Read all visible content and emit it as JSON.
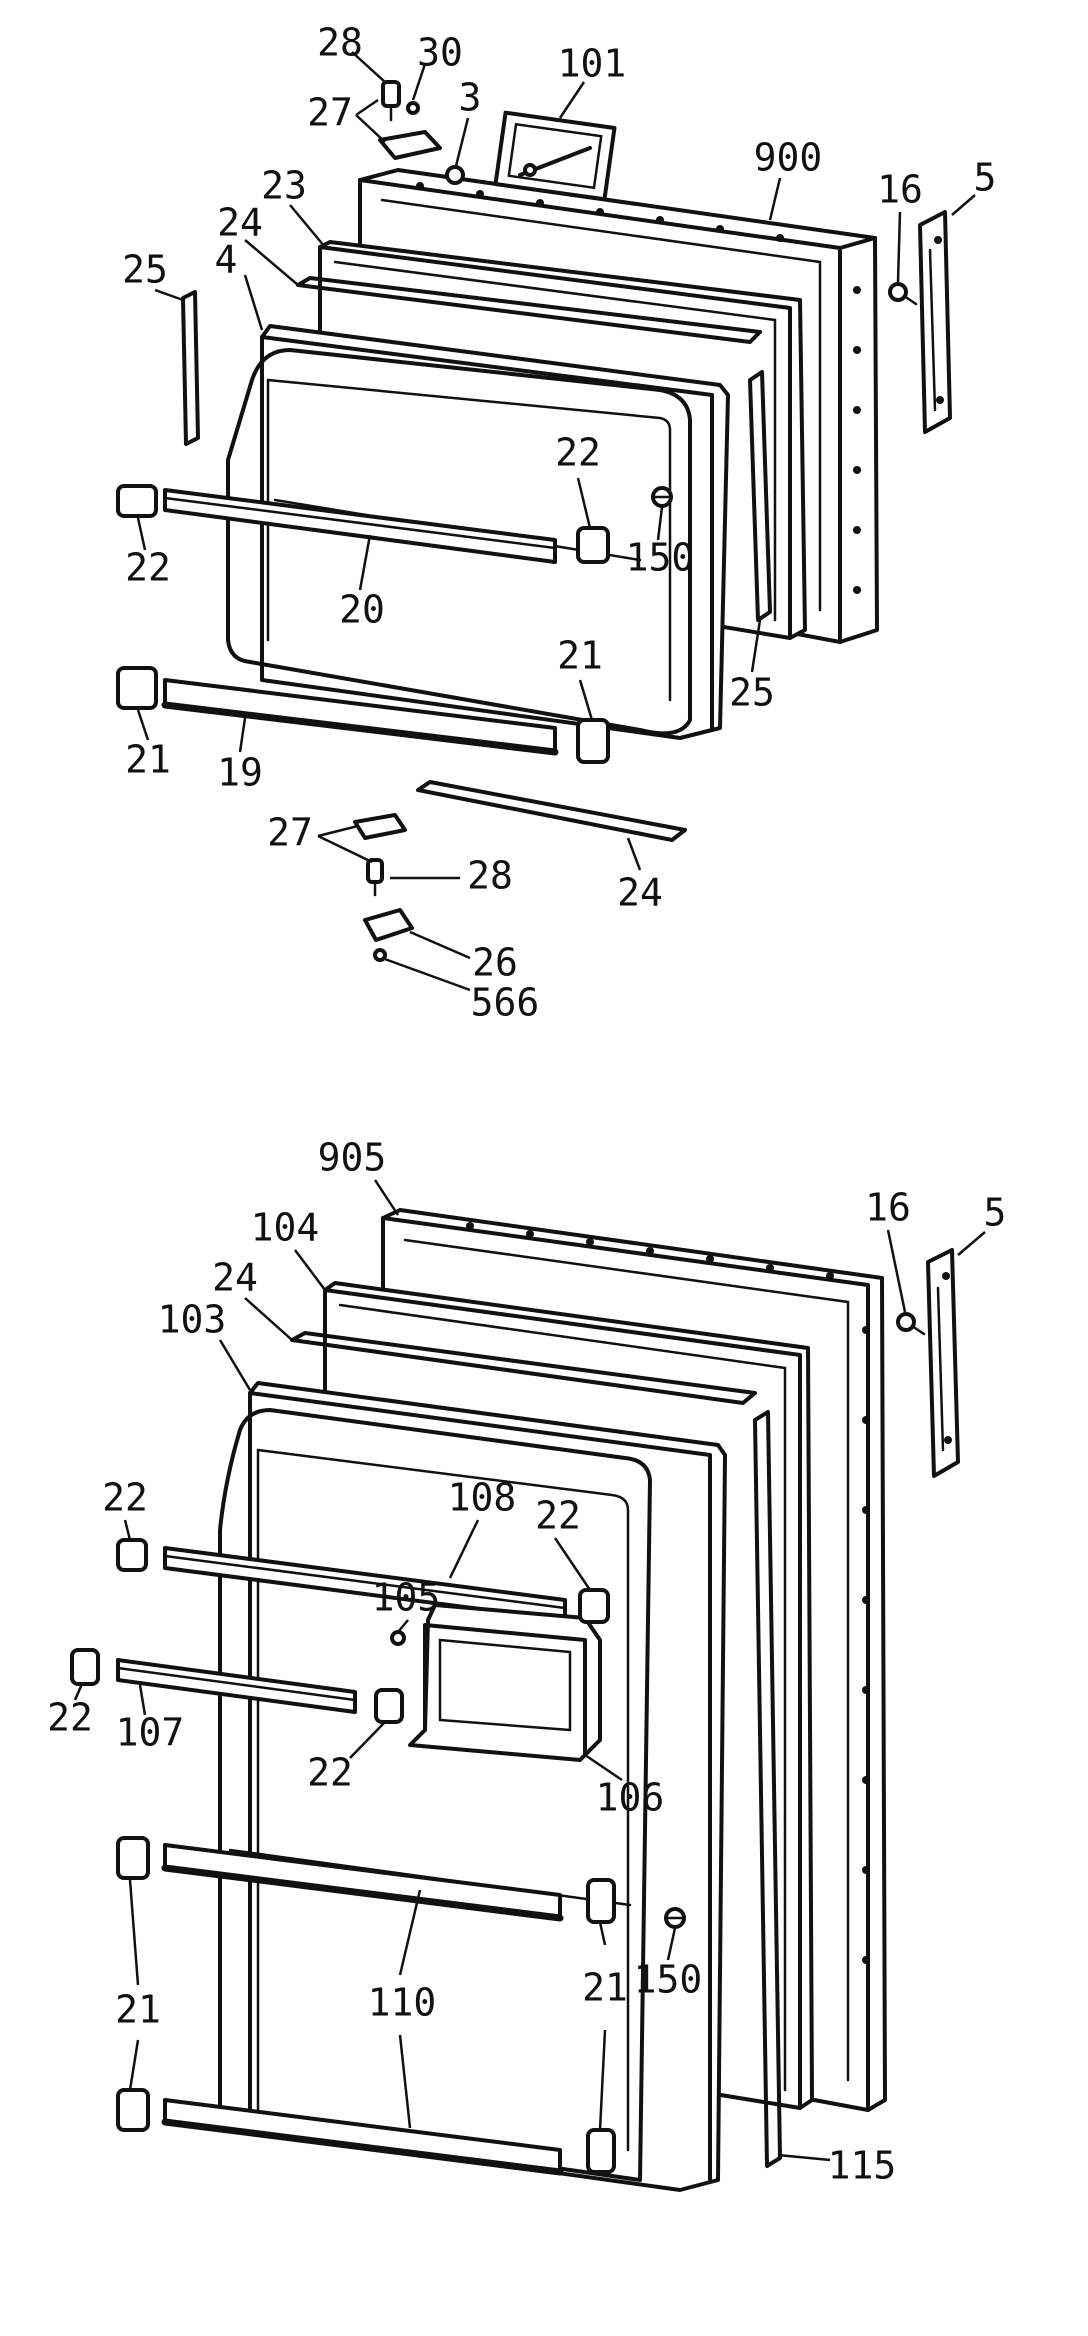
{
  "colors": {
    "ink": "#111111",
    "background": "#ffffff",
    "stipple": "#777777"
  },
  "labels": {
    "l28a": "28",
    "l30": "30",
    "l101": "101",
    "l27a": "27",
    "l3": "3",
    "l900": "900",
    "l23": "23",
    "l16a": "16",
    "l5a": "5",
    "l24a": "24",
    "l25a": "25",
    "l4": "4",
    "l22a": "22",
    "l22b": "22",
    "l150a": "150",
    "l20": "20",
    "l21a": "21",
    "l25b": "25",
    "l21b": "21",
    "l19": "19",
    "l27b": "27",
    "l28b": "28",
    "l24b": "24",
    "l26": "26",
    "l566": "566",
    "l905": "905",
    "l16b": "16",
    "l5b": "5",
    "l104": "104",
    "l24c": "24",
    "l103": "103",
    "l22c": "22",
    "l108": "108",
    "l22d": "22",
    "l105": "105",
    "l22e": "22",
    "l107": "107",
    "l22f": "22",
    "l106": "106",
    "l150b": "150",
    "l21c": "21",
    "l110": "110",
    "l21d": "21",
    "l115": "115"
  }
}
